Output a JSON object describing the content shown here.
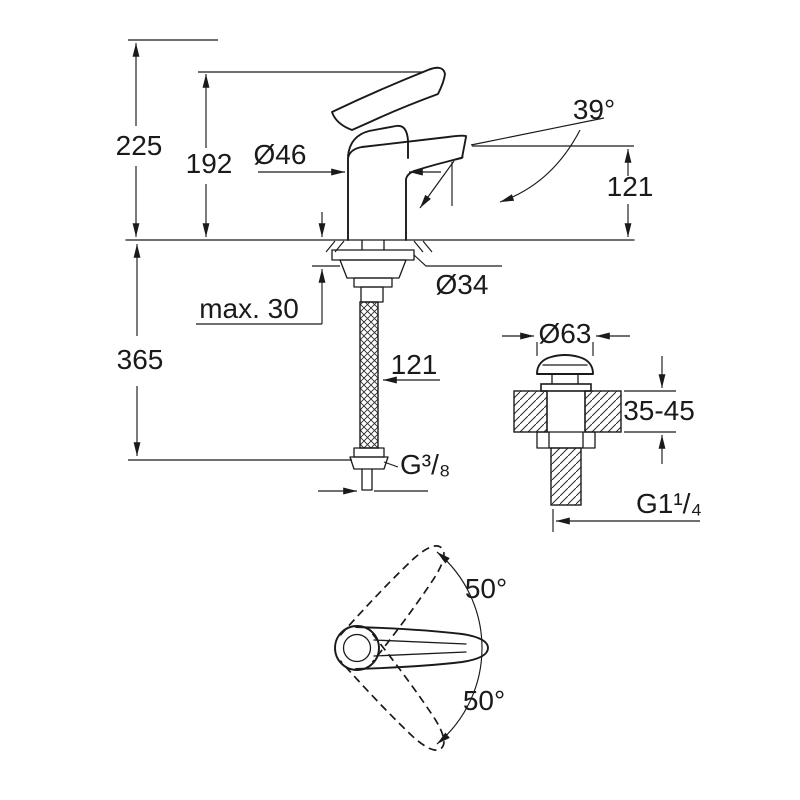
{
  "labels": {
    "total_height": "225",
    "handle_height": "192",
    "body_diameter": "Ø46",
    "stream_angle": "39°",
    "spout_height": "121",
    "max_mounting": "max. 30",
    "hole_diameter": "Ø34",
    "hose_length": "365",
    "projection": "121",
    "supply_thread": "G³/₈",
    "drain_diameter": "Ø63",
    "drain_deck_thickness": "35-45",
    "drain_thread": "G1¹/₄",
    "swing_up": "50°",
    "swing_down": "50°"
  },
  "colors": {
    "line": "#1a1a1a",
    "background": "#ffffff"
  }
}
